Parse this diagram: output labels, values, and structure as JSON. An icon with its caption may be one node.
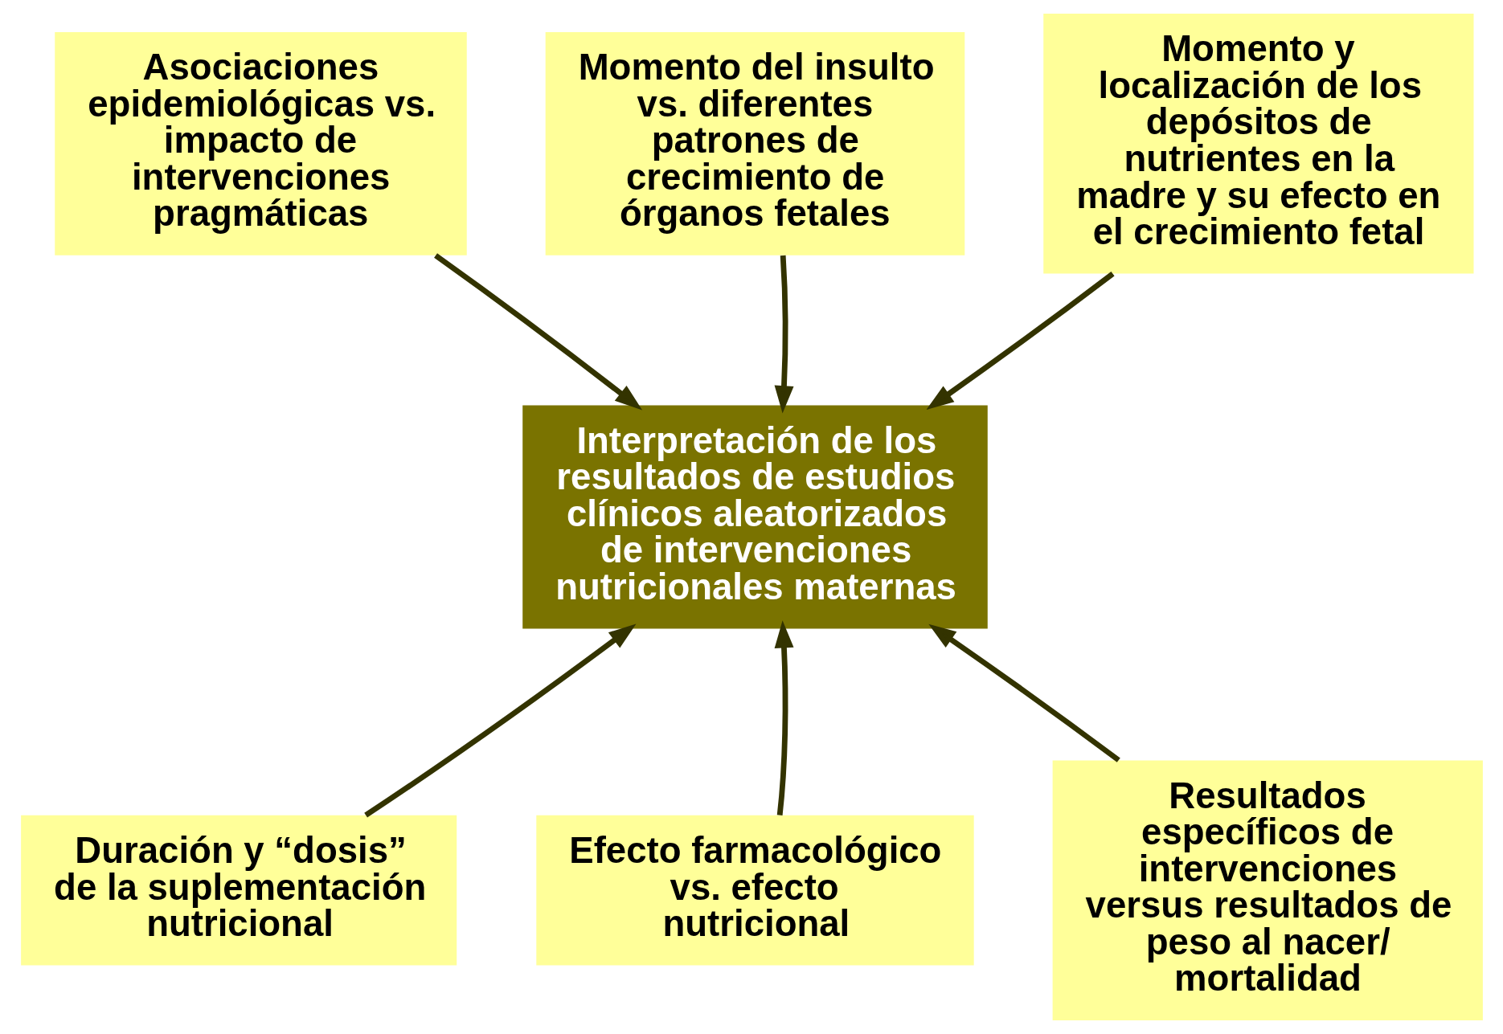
{
  "diagram": {
    "nodes": [
      {
        "text": [
          "Momento del insulto vs. diferentes patrones de crecimiento de órganos fetales"
        ]
      },
      {
        "text": [
          "Momento y localización de los depósitos de nutrientes en la madre y su efecto en el crecimiento fetal"
        ]
      },
      {
        "text": [
          "Asociaciones epidemiológicas vs. impacto de intervenciones pragmáticas"
        ]
      },
      {
        "text": [
          "Interpretación de los resultados de estudios clínicos aleatorizados de intervenciones nutricionales maternas"
        ]
      },
      {
        "text": [
          "Duración y “dosis” de la suplementación nutricional"
        ]
      },
      {
        "text": [
          "Resultados específicos de intervenciones versus resultados de peso al nacer/ mortalidad"
        ]
      },
      {
        "text": [
          "Efecto farmacológico vs. efecto nutricional"
        ]
      }
    ],
    "edges": [
      {
        "from": 0,
        "to": 3,
        "arrow": "to"
      },
      {
        "from": 1,
        "to": 3,
        "arrow": "to"
      },
      {
        "from": 2,
        "to": 3,
        "arrow": "to"
      },
      {
        "from": 4,
        "to": 3,
        "arrow": "to"
      },
      {
        "from": 5,
        "to": 3,
        "arrow": "to"
      },
      {
        "from": 6,
        "to": 3,
        "arrow": "to"
      }
    ]
  }
}
